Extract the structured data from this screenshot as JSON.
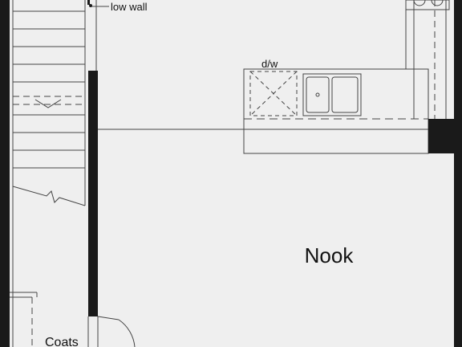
{
  "colors": {
    "background": "#efefef",
    "wall": "#1a1a1a",
    "line": "#444444"
  },
  "labels": {
    "low_wall": "low wall",
    "dishwasher": "d/w",
    "nook": "Nook",
    "coats": "Coats"
  }
}
